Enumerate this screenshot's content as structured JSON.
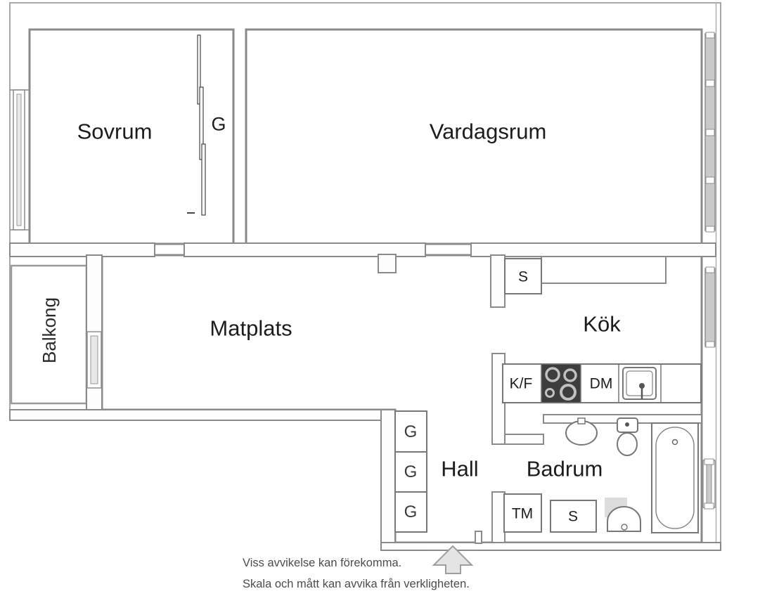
{
  "floorplan": {
    "rooms": {
      "sovrum": "Sovrum",
      "vardagsrum": "Vardagsrum",
      "matplats": "Matplats",
      "kok": "Kök",
      "hall": "Hall",
      "badrum": "Badrum",
      "balkong": "Balkong"
    },
    "labels": {
      "wardrobe_sovrum": "G",
      "hall_wardrobe_1": "G",
      "hall_wardrobe_2": "G",
      "hall_wardrobe_3": "G",
      "fridge_freezer": "K/F",
      "dishwasher": "DM",
      "washing_machine": "TM",
      "kitchen_cabinet": "S",
      "bathroom_cabinet": "S"
    },
    "disclaimer": {
      "line1": "Viss avvikelse kan förekomma.",
      "line2": "Skala och mått kan avvika från verkligheten."
    },
    "colors": {
      "wall": "#8a8a8a",
      "window_fill": "#c9c9c9",
      "stove": "#3d3d3d",
      "text": "#1c1c1c",
      "disclaimer_text": "#4c4c4c",
      "arrow_fill": "#e4e4e4"
    }
  }
}
